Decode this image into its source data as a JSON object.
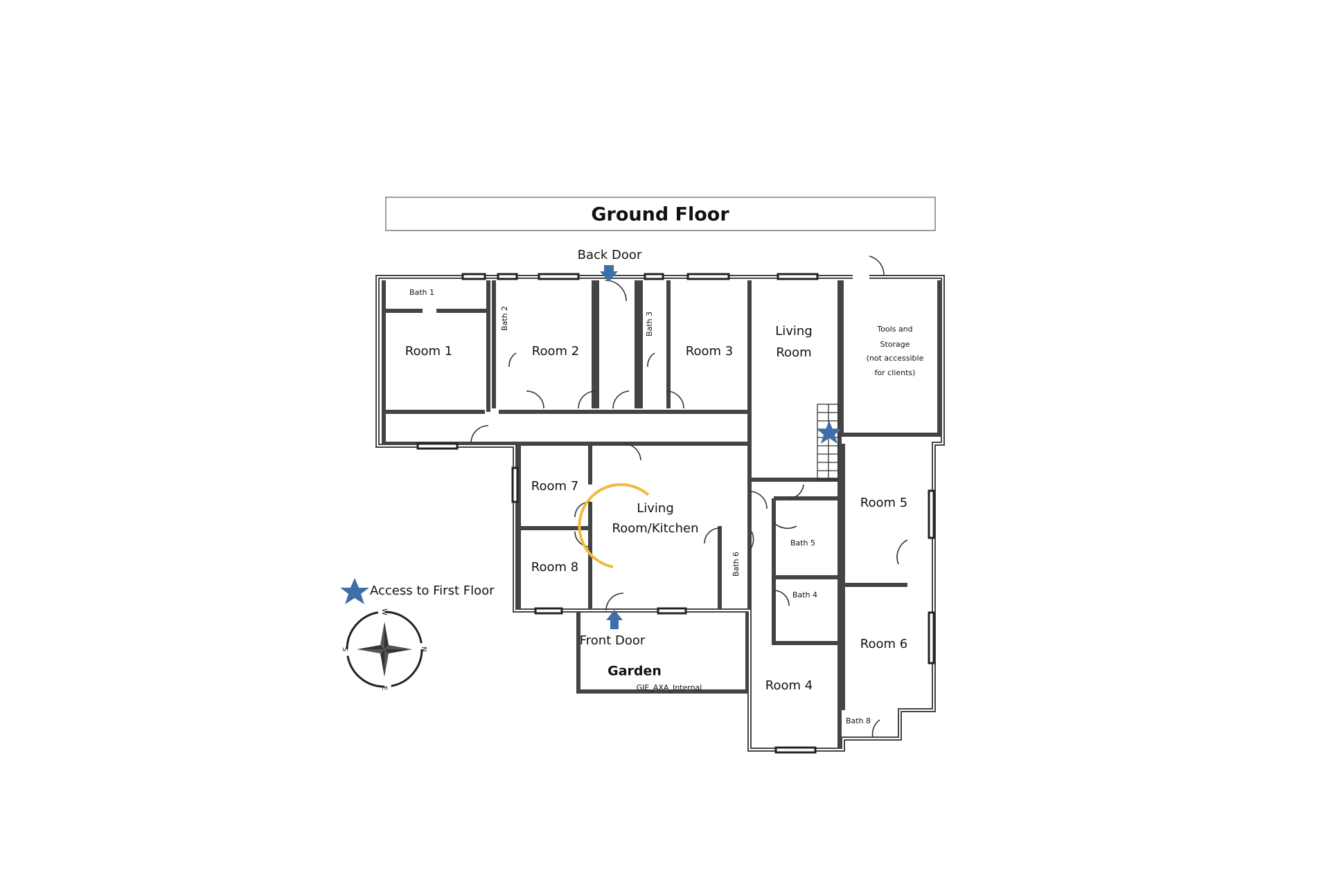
{
  "title": "Ground Floor",
  "colors": {
    "accent_blue": "#3f6ea8",
    "highlight_arc": "#f5b83d",
    "wall": "#444444"
  },
  "doors": {
    "back": "Back Door",
    "front": "Front Door"
  },
  "rooms": {
    "room1": "Room 1",
    "room2": "Room 2",
    "room3": "Room 3",
    "room4": "Room 4",
    "room5": "Room 5",
    "room6": "Room 6",
    "room7": "Room 7",
    "room8": "Room 8",
    "bath1": "Bath 1",
    "bath2": "Bath 2",
    "bath3": "Bath 3",
    "bath4": "Bath 4",
    "bath5": "Bath 5",
    "bath6": "Bath 6",
    "bath8": "Bath 8",
    "living_room_1": "Living",
    "living_room_2": "Room",
    "kitchen_1": "Living",
    "kitchen_2": "Room/Kitchen",
    "tools_1": "Tools and",
    "tools_2": "Storage",
    "tools_3": "(not accessible",
    "tools_4": "for clients)"
  },
  "legend": {
    "icon": "star-icon",
    "label": "Access to First Floor"
  },
  "compass": {
    "north": "N",
    "south": "S",
    "east": "E",
    "west": "W"
  },
  "garden": "Garden",
  "classification": "GIE_AXA_Internal"
}
